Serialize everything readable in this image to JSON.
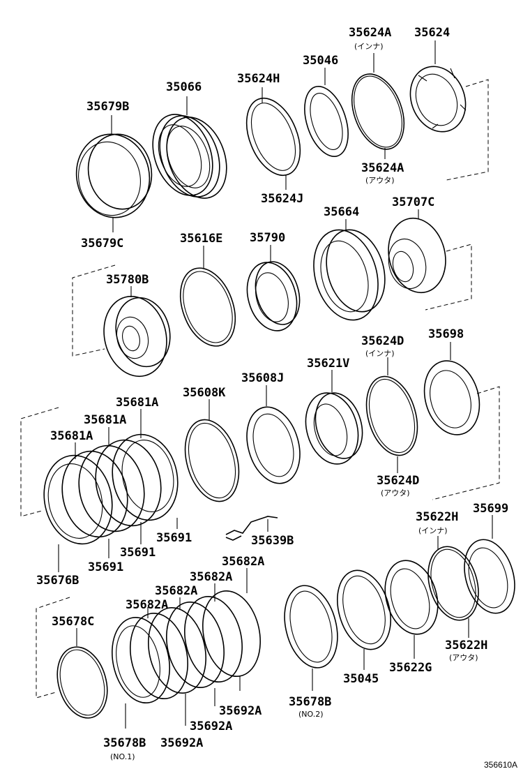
{
  "labels": {
    "p35679B": "35679B",
    "p35679C": "35679C",
    "p35066": "35066",
    "p35624H": "35624H",
    "p35624J": "35624J",
    "p35046": "35046",
    "p35624A_top": "35624A",
    "p35624A_top_sub": "(インナ)",
    "p35624": "35624",
    "p35624A_bot": "35624A",
    "p35624A_bot_sub": "(アウタ)",
    "p35707C": "35707C",
    "p35664": "35664",
    "p35790": "35790",
    "p35616E": "35616E",
    "p35780B": "35780B",
    "p35624D_top": "35624D",
    "p35624D_top_sub": "(インナ)",
    "p35698": "35698",
    "p35621V": "35621V",
    "p35608J": "35608J",
    "p35608K": "35608K",
    "p35681A_1": "35681A",
    "p35681A_2": "35681A",
    "p35681A_3": "35681A",
    "p35624D_bot": "35624D",
    "p35624D_bot_sub": "(アウタ)",
    "p35622H_top": "35622H",
    "p35622H_top_sub": "(インナ)",
    "p35699": "35699",
    "p35691_1": "35691",
    "p35691_2": "35691",
    "p35691_3": "35691",
    "p35639B": "35639B",
    "p35676B": "35676B",
    "p35682A_1": "35682A",
    "p35682A_2": "35682A",
    "p35682A_3": "35682A",
    "p35682A_4": "35682A",
    "p35678C": "35678C",
    "p35622H_bot": "35622H",
    "p35622H_bot_sub": "(アウタ)",
    "p35622G": "35622G",
    "p35045": "35045",
    "p35678B_2": "35678B",
    "p35678B_2_sub": "(NO.2)",
    "p35692A_1": "35692A",
    "p35692A_2": "35692A",
    "p35692A_3": "35692A",
    "p35678B_1": "35678B",
    "p35678B_1_sub": "(NO.1)",
    "figure_code": "356610A"
  }
}
